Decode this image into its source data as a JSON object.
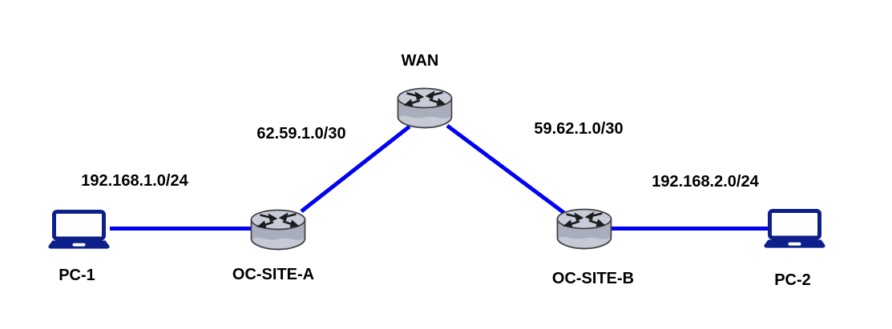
{
  "diagram": {
    "kind": "network-topology",
    "background": "#ffffff",
    "colors": {
      "link": "#0202f2",
      "laptop_fill": "#0c1f8a",
      "router_top": "#c8ccd8",
      "router_body": "#a9aebc",
      "router_wave": "#c6cad4",
      "router_outline": "#3f3f47",
      "router_arrows": "#1c1c1c",
      "text": "#000000"
    },
    "nodes": {
      "pc1": {
        "label": "PC-1",
        "type": "laptop"
      },
      "siteA": {
        "label": "OC-SITE-A",
        "type": "router"
      },
      "wan": {
        "label": "WAN",
        "type": "router"
      },
      "siteB": {
        "label": "OC-SITE-B",
        "type": "router"
      },
      "pc2": {
        "label": "PC-2",
        "type": "laptop"
      }
    },
    "links": {
      "lan1": {
        "from": "PC-1",
        "to": "OC-SITE-A",
        "label": "192.168.1.0/24"
      },
      "wanA": {
        "from": "OC-SITE-A",
        "to": "WAN",
        "label": "62.59.1.0/30"
      },
      "wanB": {
        "from": "WAN",
        "to": "OC-SITE-B",
        "label": "59.62.1.0/30"
      },
      "lan2": {
        "from": "OC-SITE-B",
        "to": "PC-2",
        "label": "192.168.2.0/24"
      }
    }
  }
}
